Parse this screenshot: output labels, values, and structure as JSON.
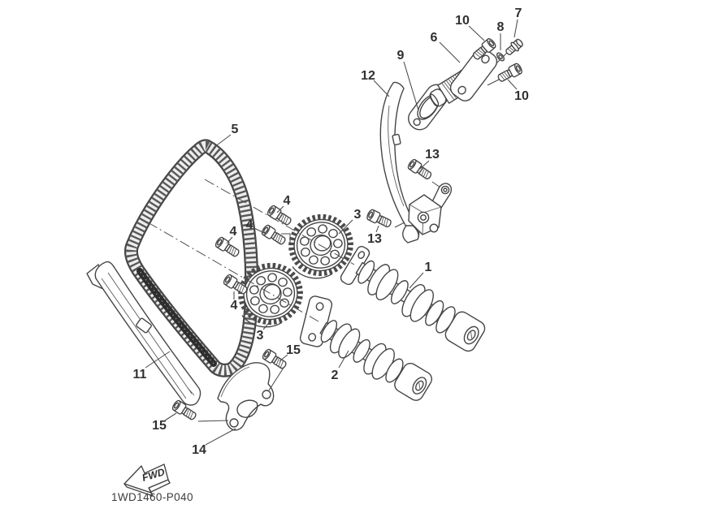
{
  "diagram": {
    "figure_code": "1WD1460-P040",
    "fwd_label": "FWD",
    "colors": {
      "background": "#ffffff",
      "line_art": "#454545",
      "label_text": "#303030",
      "chain_dark": "#2e2e2e"
    },
    "callouts": [
      {
        "ref": "1"
      },
      {
        "ref": "2"
      },
      {
        "ref": "3"
      },
      {
        "ref": "3"
      },
      {
        "ref": "4"
      },
      {
        "ref": "4"
      },
      {
        "ref": "4"
      },
      {
        "ref": "4"
      },
      {
        "ref": "5"
      },
      {
        "ref": "6"
      },
      {
        "ref": "7"
      },
      {
        "ref": "8"
      },
      {
        "ref": "9"
      },
      {
        "ref": "10"
      },
      {
        "ref": "10"
      },
      {
        "ref": "11"
      },
      {
        "ref": "12"
      },
      {
        "ref": "13"
      },
      {
        "ref": "13"
      },
      {
        "ref": "14"
      },
      {
        "ref": "15"
      },
      {
        "ref": "15"
      }
    ]
  }
}
